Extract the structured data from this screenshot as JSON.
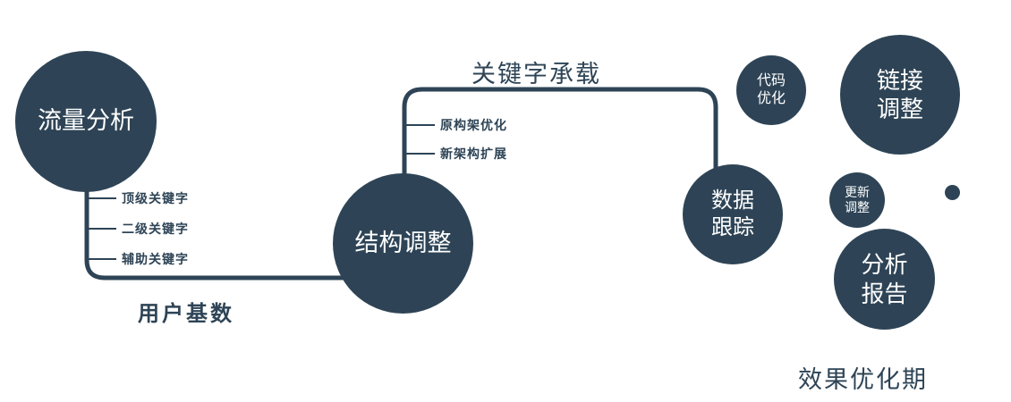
{
  "colors": {
    "primary": "#2e4456",
    "node_text": "#ffffff"
  },
  "nodes": {
    "traffic": {
      "label": "流量分析"
    },
    "structure": {
      "label": "结构调整"
    },
    "tracking": {
      "line1": "数据",
      "line2": "跟踪"
    },
    "code": {
      "line1": "代码",
      "line2": "优化"
    },
    "link": {
      "line1": "链接",
      "line2": "调整"
    },
    "update": {
      "line1": "更新",
      "line2": "调整"
    },
    "report": {
      "line1": "分析",
      "line2": "报告"
    }
  },
  "edges": {
    "user_base": "用户基数",
    "keyword_carry": "关键字承载"
  },
  "branches": {
    "traffic": [
      "顶级关键字",
      "二级关键字",
      "辅助关键字"
    ],
    "structure": [
      "原构架优化",
      "新架构扩展"
    ]
  },
  "footer": "效果优化期"
}
